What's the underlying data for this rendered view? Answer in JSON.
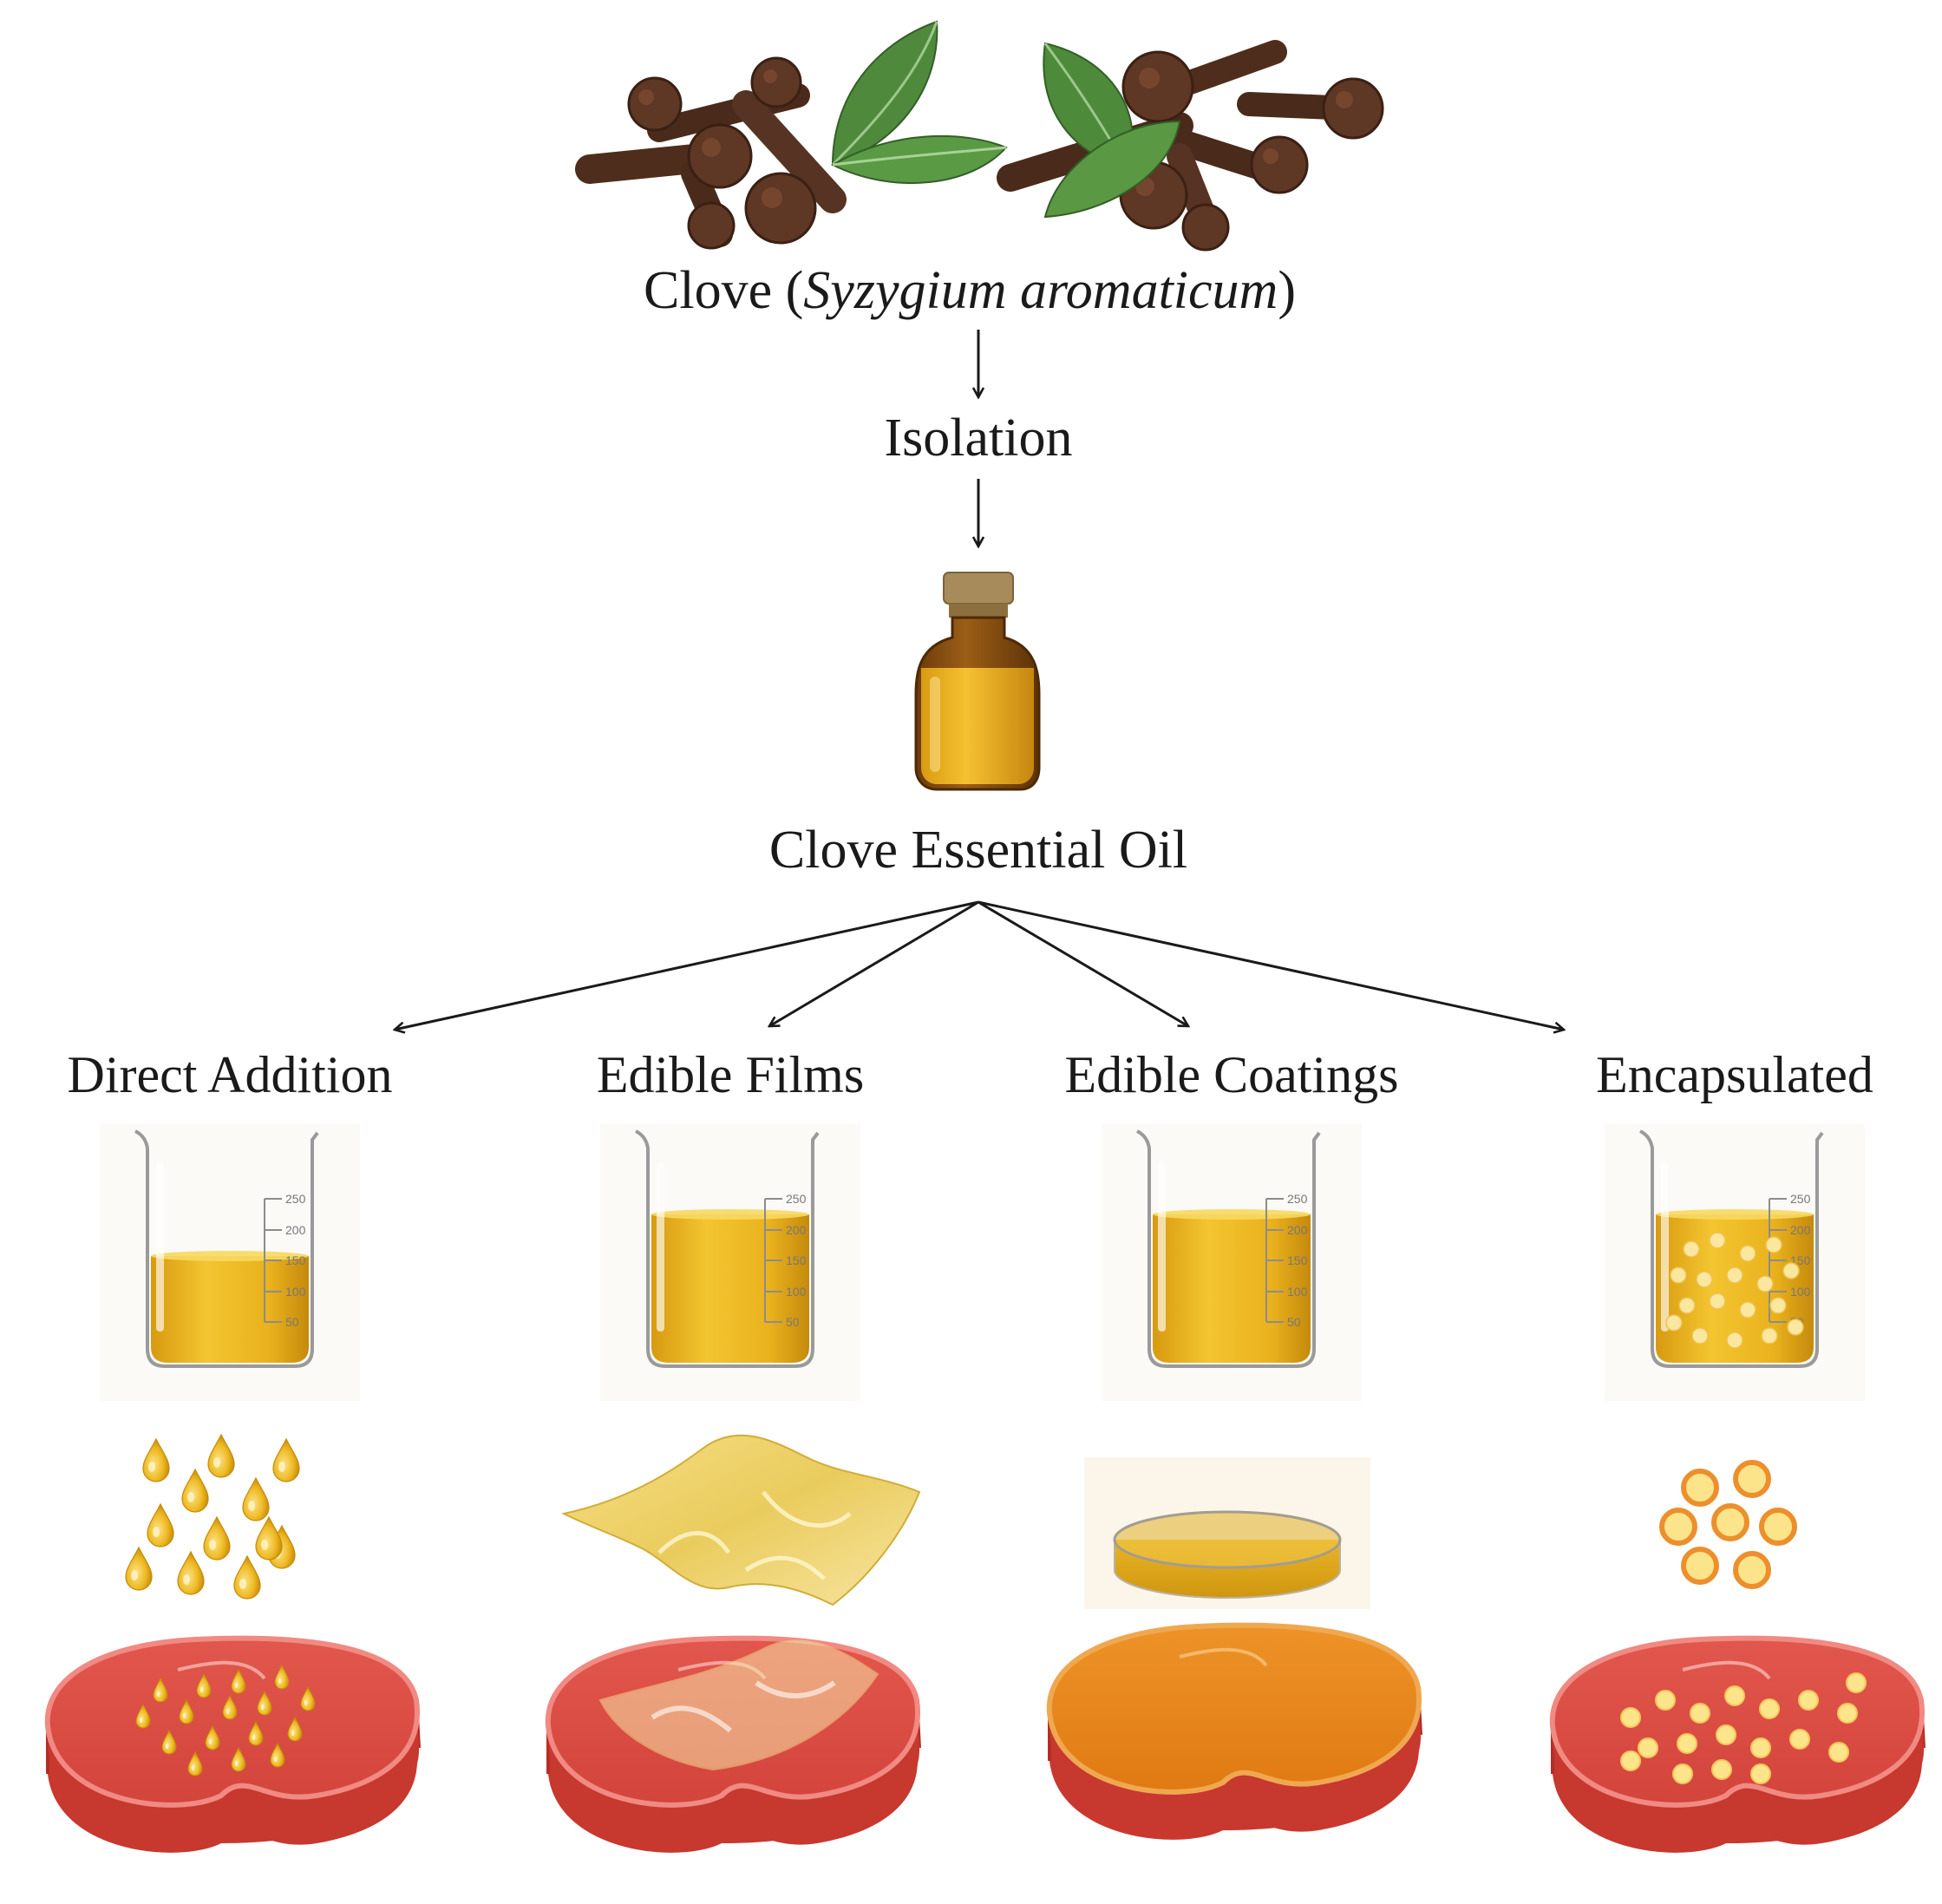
{
  "source": {
    "name": "Clove",
    "scientific_name": "Syzygium aromaticum"
  },
  "step": "Isolation",
  "product": "Clove Essential Oil",
  "methods": [
    "Direct Addition",
    "Edible Films",
    "Edible Coatings",
    "Encapsulated"
  ],
  "beaker_scale": [
    "250",
    "200",
    "150",
    "100",
    "50"
  ],
  "colors": {
    "oil": "#e7ae1c",
    "oil_light": "#f6d660",
    "clove": "#5a3422",
    "leaf": "#4f8a3c",
    "meat": "#d84d45",
    "meat_side": "#c7382f",
    "coating": "#e6841c",
    "capsule_ring": "#ec8f2c",
    "bottle": "#8a4f10",
    "cap": "#a88b5a",
    "arrow": "#1a1a1a"
  },
  "icons": [
    "clove-bud-icon",
    "leaf-icon",
    "bottle-icon",
    "beaker-icon",
    "droplet-icon",
    "film-icon",
    "petri-dish-icon",
    "capsule-icon",
    "meat-slice-icon"
  ]
}
